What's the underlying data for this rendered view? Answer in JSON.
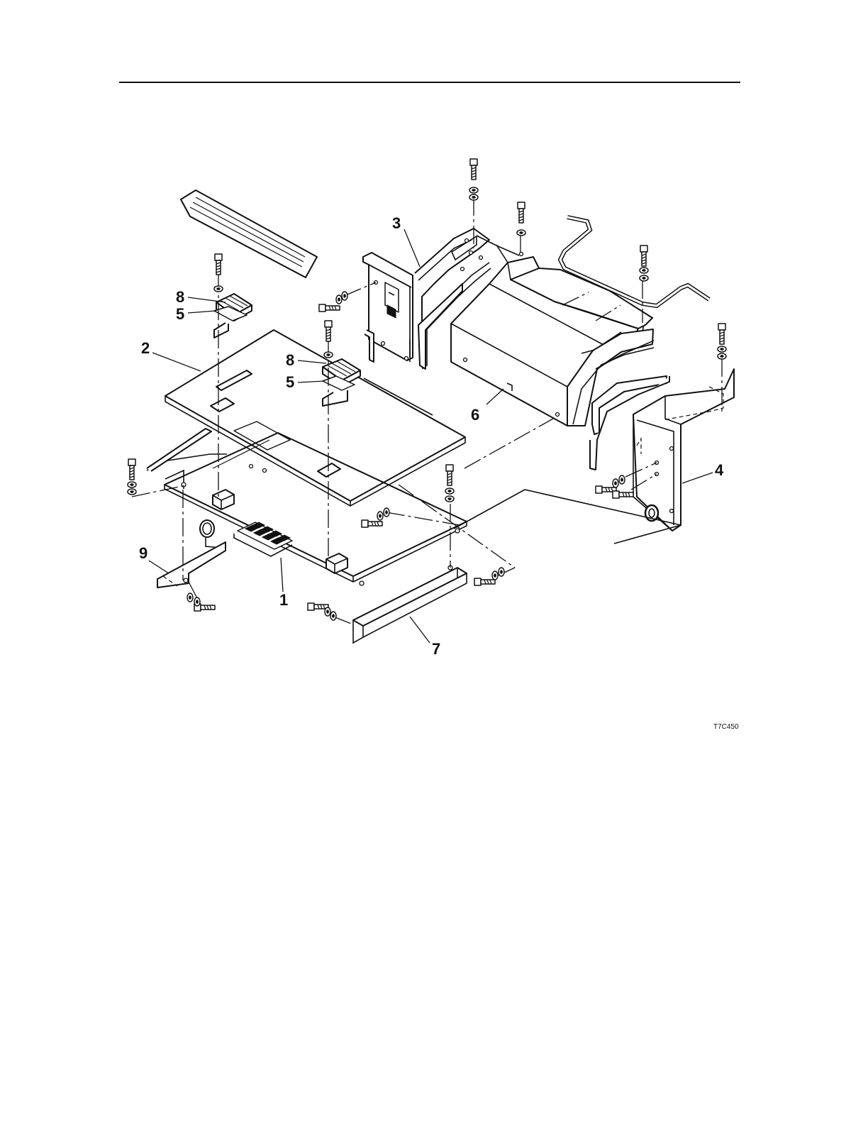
{
  "figure": {
    "id_label": "T7C450"
  },
  "callouts": [
    {
      "label": "1"
    },
    {
      "label": "2"
    },
    {
      "label": "3"
    },
    {
      "label": "4"
    },
    {
      "label": "5"
    },
    {
      "label": "5"
    },
    {
      "label": "6"
    },
    {
      "label": "7"
    },
    {
      "label": "8"
    },
    {
      "label": "8"
    },
    {
      "label": "9"
    }
  ]
}
